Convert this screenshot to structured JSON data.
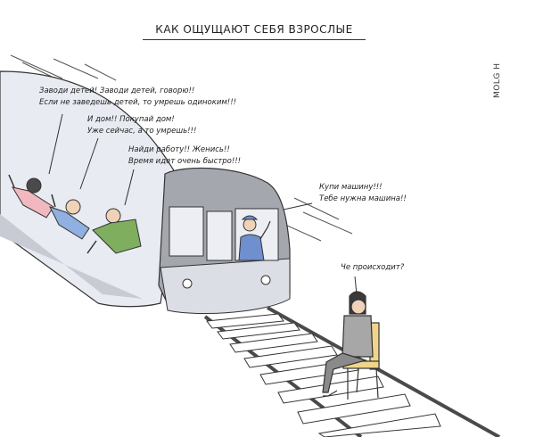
{
  "title": "Как ощущают себя взрослые",
  "signature": "MOLG H",
  "speech": {
    "relatives_1_line1": "Заводи детей! Заводи детей, говорю!!",
    "relatives_1_line2": "Если не заведешь детей, то умрешь одиноким!!!",
    "relatives_2_line1": "И дом!! Покупай дом!",
    "relatives_2_line2": "Уже сейчас, а то умрешь!!!",
    "relatives_3_line1": "Найди работу!! Женись!!",
    "relatives_3_line2": "Время идет очень быстро!!!",
    "driver_line1": "Купи машину!!!",
    "driver_line2": "Тебе нужна машина!!",
    "person_line1": "Че происходит?"
  },
  "colors": {
    "train_body": "#d9dbe3",
    "train_dark": "#9a9ca4",
    "window": "#e8eaf0",
    "rail": "#4a4a4a",
    "sleeper": "#ffffff",
    "shirt_pink": "#f2b8bf",
    "shirt_blue": "#8fb0e0",
    "shirt_green": "#7fae5f",
    "driver_blue": "#6f8fcf",
    "person_shirt": "#a7a7a7",
    "person_pants": "#8a8a8a",
    "chair_yellow": "#f0d48a",
    "skin": "#f0d2b8",
    "hair_dark": "#3a3a3a"
  }
}
